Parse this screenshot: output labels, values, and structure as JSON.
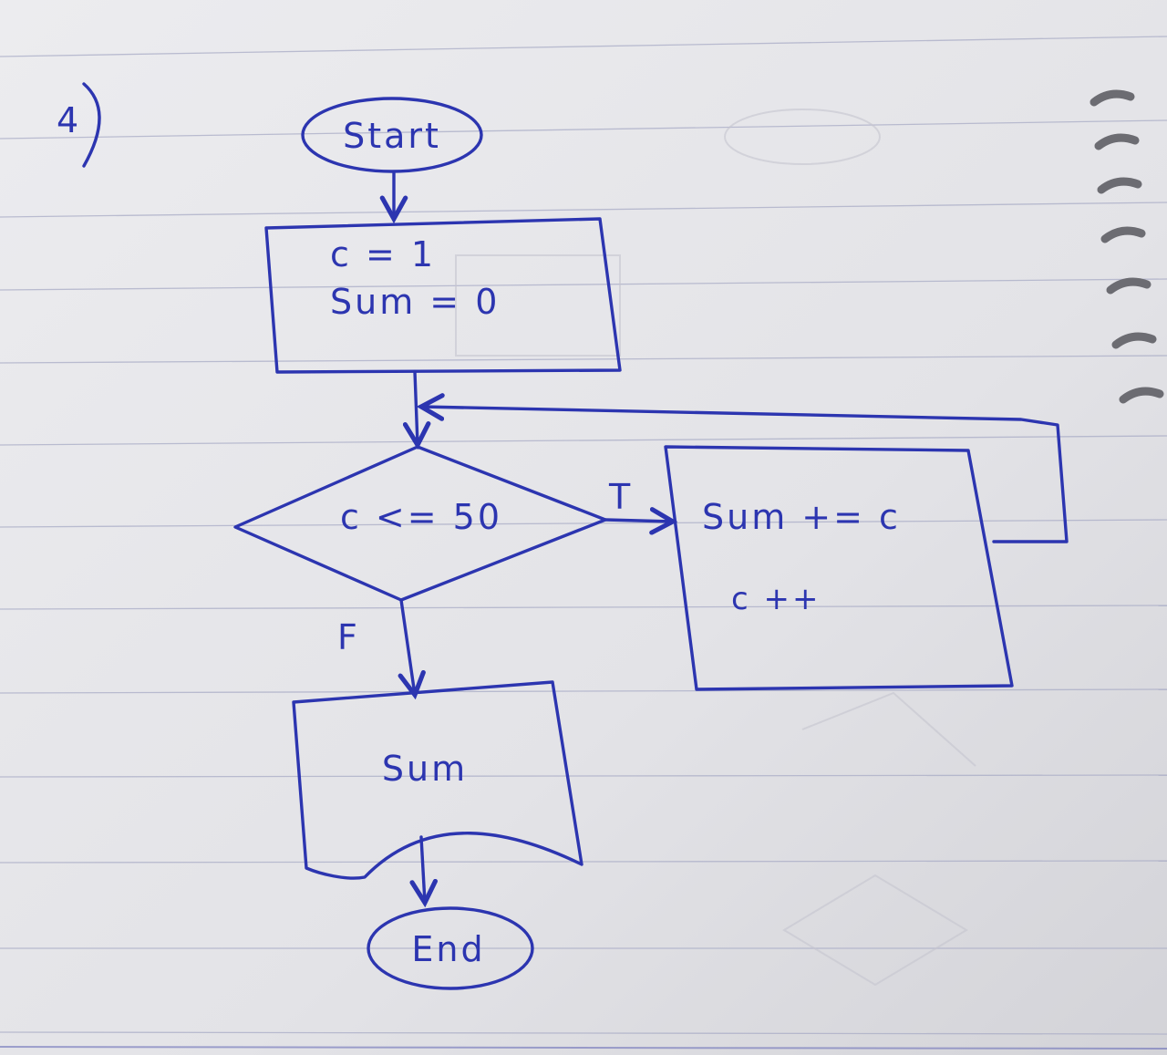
{
  "page_number": "4",
  "nodes": {
    "start": "Start",
    "init_line1": "c = 1",
    "init_line2": "Sum = 0",
    "condition": "c <= 50",
    "body_line1": "Sum += c",
    "body_line2": "c ++",
    "output": "Sum",
    "end": "End"
  },
  "edges": {
    "true_label": "T",
    "false_label": "F"
  },
  "colors": {
    "ink": "#2c35b0",
    "paper": "#e9e9ec",
    "rules": "#a9acc6"
  }
}
